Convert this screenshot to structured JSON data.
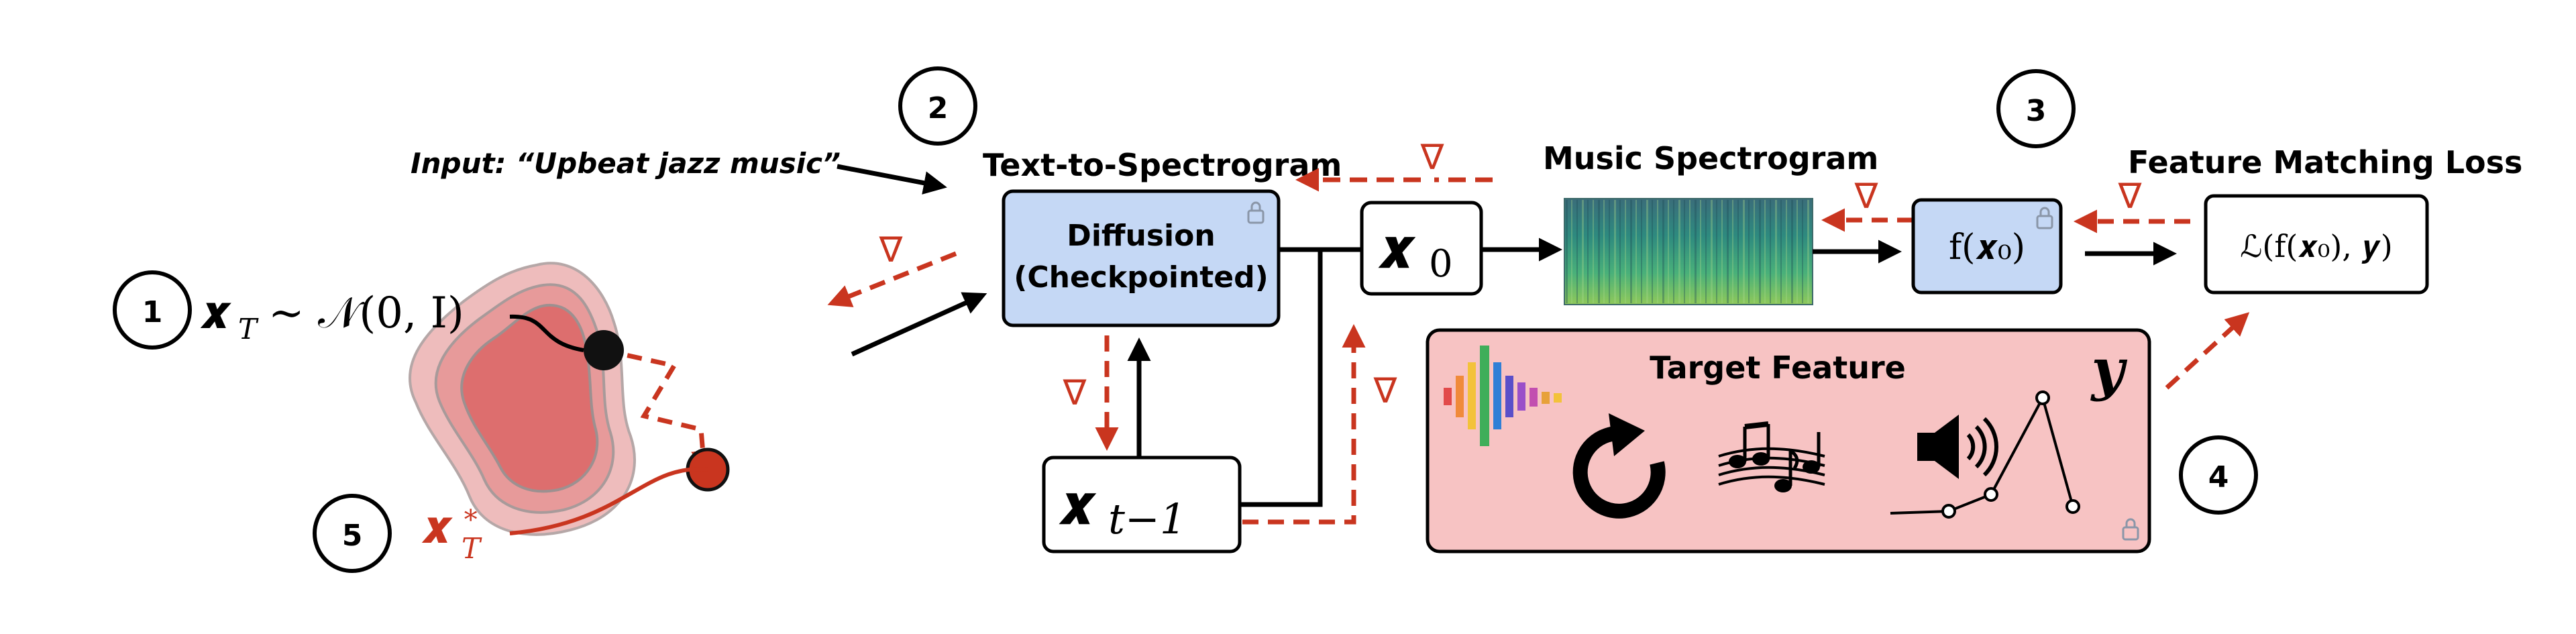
{
  "steps": [
    "1",
    "2",
    "3",
    "4",
    "5"
  ],
  "input_text": "Input: “Upbeat jazz music”",
  "labels": {
    "text_to_spectrogram": "Text-to-Spectrogram",
    "music_spectrogram": "Music Spectrogram",
    "feature_matching_loss": "Feature Matching Loss",
    "target_feature": "Target Feature"
  },
  "diffusion_box": {
    "line1": "Diffusion",
    "line2": "(Checkpointed)"
  },
  "math": {
    "x0": "𝒙",
    "x0_sub": "0",
    "xt1": "𝒙",
    "xt1_sub": "t−1",
    "xT_lhs": "𝒙",
    "xT_sub": "T",
    "xT_rhs": "∼ 𝒩(0, I)",
    "xstar": "𝒙",
    "xstar_sup": "∗",
    "xstar_sub": "T",
    "f_x0": "f(𝒙₀)",
    "loss": "ℒ(f(𝒙₀), 𝒚)",
    "y": "𝒚"
  },
  "gradient_symbol": "∇",
  "icons": [
    "lock-icon",
    "waveform-icon",
    "loop-arrow-icon",
    "music-notes-icon",
    "speaker-icon",
    "line-graph-icon"
  ],
  "colors": {
    "diffusion_fill": "#c5d8f5",
    "target_fill": "#f7c3c3",
    "gradient_arrow": "#c9351f",
    "blob_core": "#dd6e6e"
  }
}
